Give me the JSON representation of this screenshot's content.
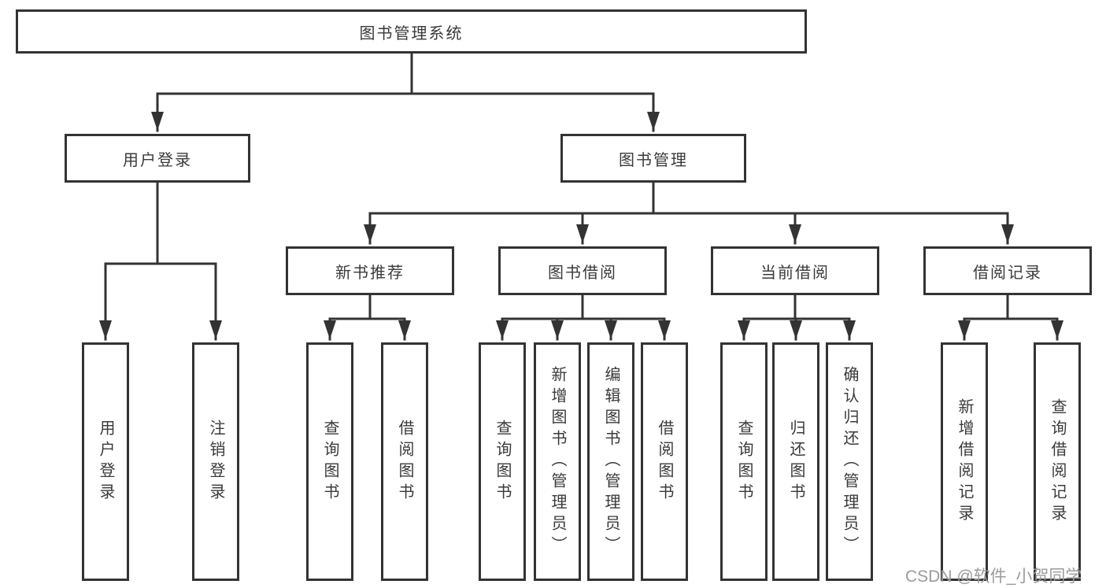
{
  "tree": {
    "root": "图书管理系统",
    "level2": [
      {
        "label": "用户登录",
        "leaves": [
          "用户登录",
          "注销登录"
        ]
      },
      {
        "label": "图书管理",
        "children": [
          {
            "label": "新书推荐",
            "leaves": [
              "查询图书",
              "借阅图书"
            ]
          },
          {
            "label": "图书借阅",
            "leaves": [
              "查询图书",
              "新增图书（管理员）",
              "编辑图书（管理员）",
              "借阅图书"
            ]
          },
          {
            "label": "当前借阅",
            "leaves": [
              "查询图书",
              "归还图书",
              "确认归还（管理员）"
            ]
          },
          {
            "label": "借阅记录",
            "leaves": [
              "新增借阅记录",
              "查询借阅记录"
            ]
          }
        ]
      }
    ]
  },
  "watermark": {
    "text": "CSDN @软件_小贺同学"
  },
  "colors": {
    "line": "#333333",
    "box_border": "#333333",
    "text": "#3a3a3a",
    "watermark": "#9b9b9b",
    "background": "#ffffff"
  }
}
